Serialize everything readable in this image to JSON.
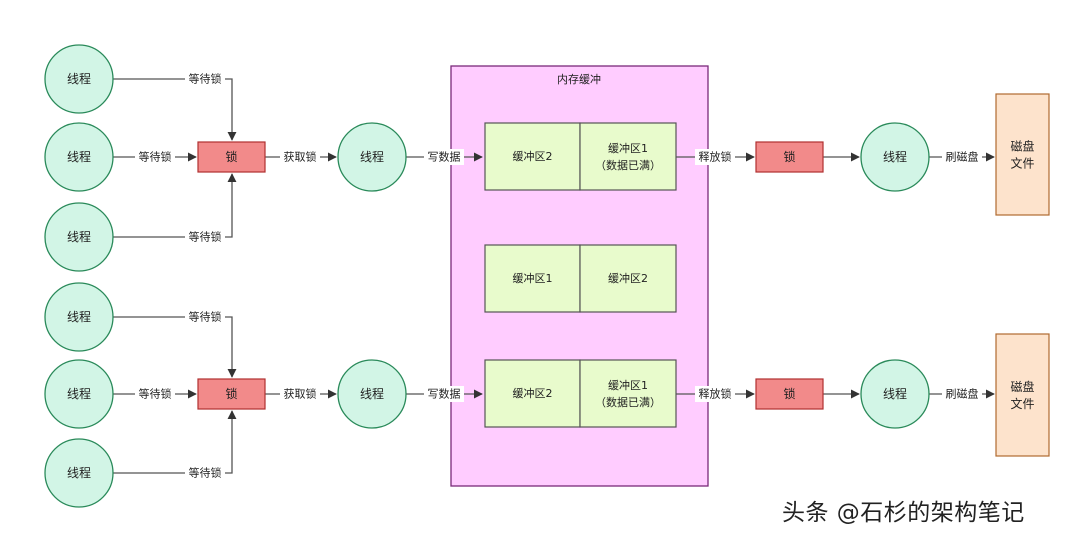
{
  "colors": {
    "thread_fill": "#d2f5e6",
    "thread_stroke": "#2a8a5a",
    "lock_fill": "#f28a8a",
    "lock_stroke": "#b03030",
    "memory_fill": "#ffccff",
    "memory_stroke": "#7a2a7a",
    "buffer_fill": "#e8fbcc",
    "buffer_stroke": "#555555",
    "disk_fill": "#fde3cc",
    "disk_stroke": "#b06a30",
    "line": "#555555",
    "text": "#222222"
  },
  "labels": {
    "thread": "线程",
    "lock": "锁",
    "wait_lock": "等待锁",
    "acquire_lock": "获取锁",
    "write_data": "写数据",
    "release_lock": "释放锁",
    "flush_disk": "刷磁盘",
    "memory_title": "内存缓冲",
    "buffer_1": "缓冲区1",
    "buffer_2": "缓冲区2",
    "data_full": "（数据已满）",
    "disk_line1": "磁盘",
    "disk_line2": "文件"
  },
  "watermark": "头条 @石杉的架构笔记"
}
